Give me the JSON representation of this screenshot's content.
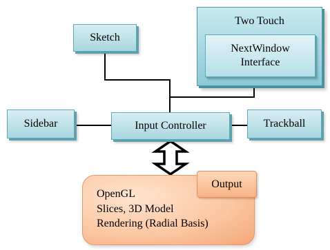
{
  "nodes": {
    "sketch": "Sketch",
    "two_touch": "Two Touch",
    "nextwindow": [
      "NextWindow",
      "Interface"
    ],
    "sidebar": "Sidebar",
    "input_controller": "Input Controller",
    "trackball": "Trackball",
    "output": "Output",
    "opengl": [
      "OpenGL",
      "Slices, 3D Model",
      "Rendering (Radial Basis)"
    ]
  },
  "colors": {
    "blue_box": "#a9d6e0",
    "orange_box": "#fbc59f",
    "connector": "#000000"
  }
}
